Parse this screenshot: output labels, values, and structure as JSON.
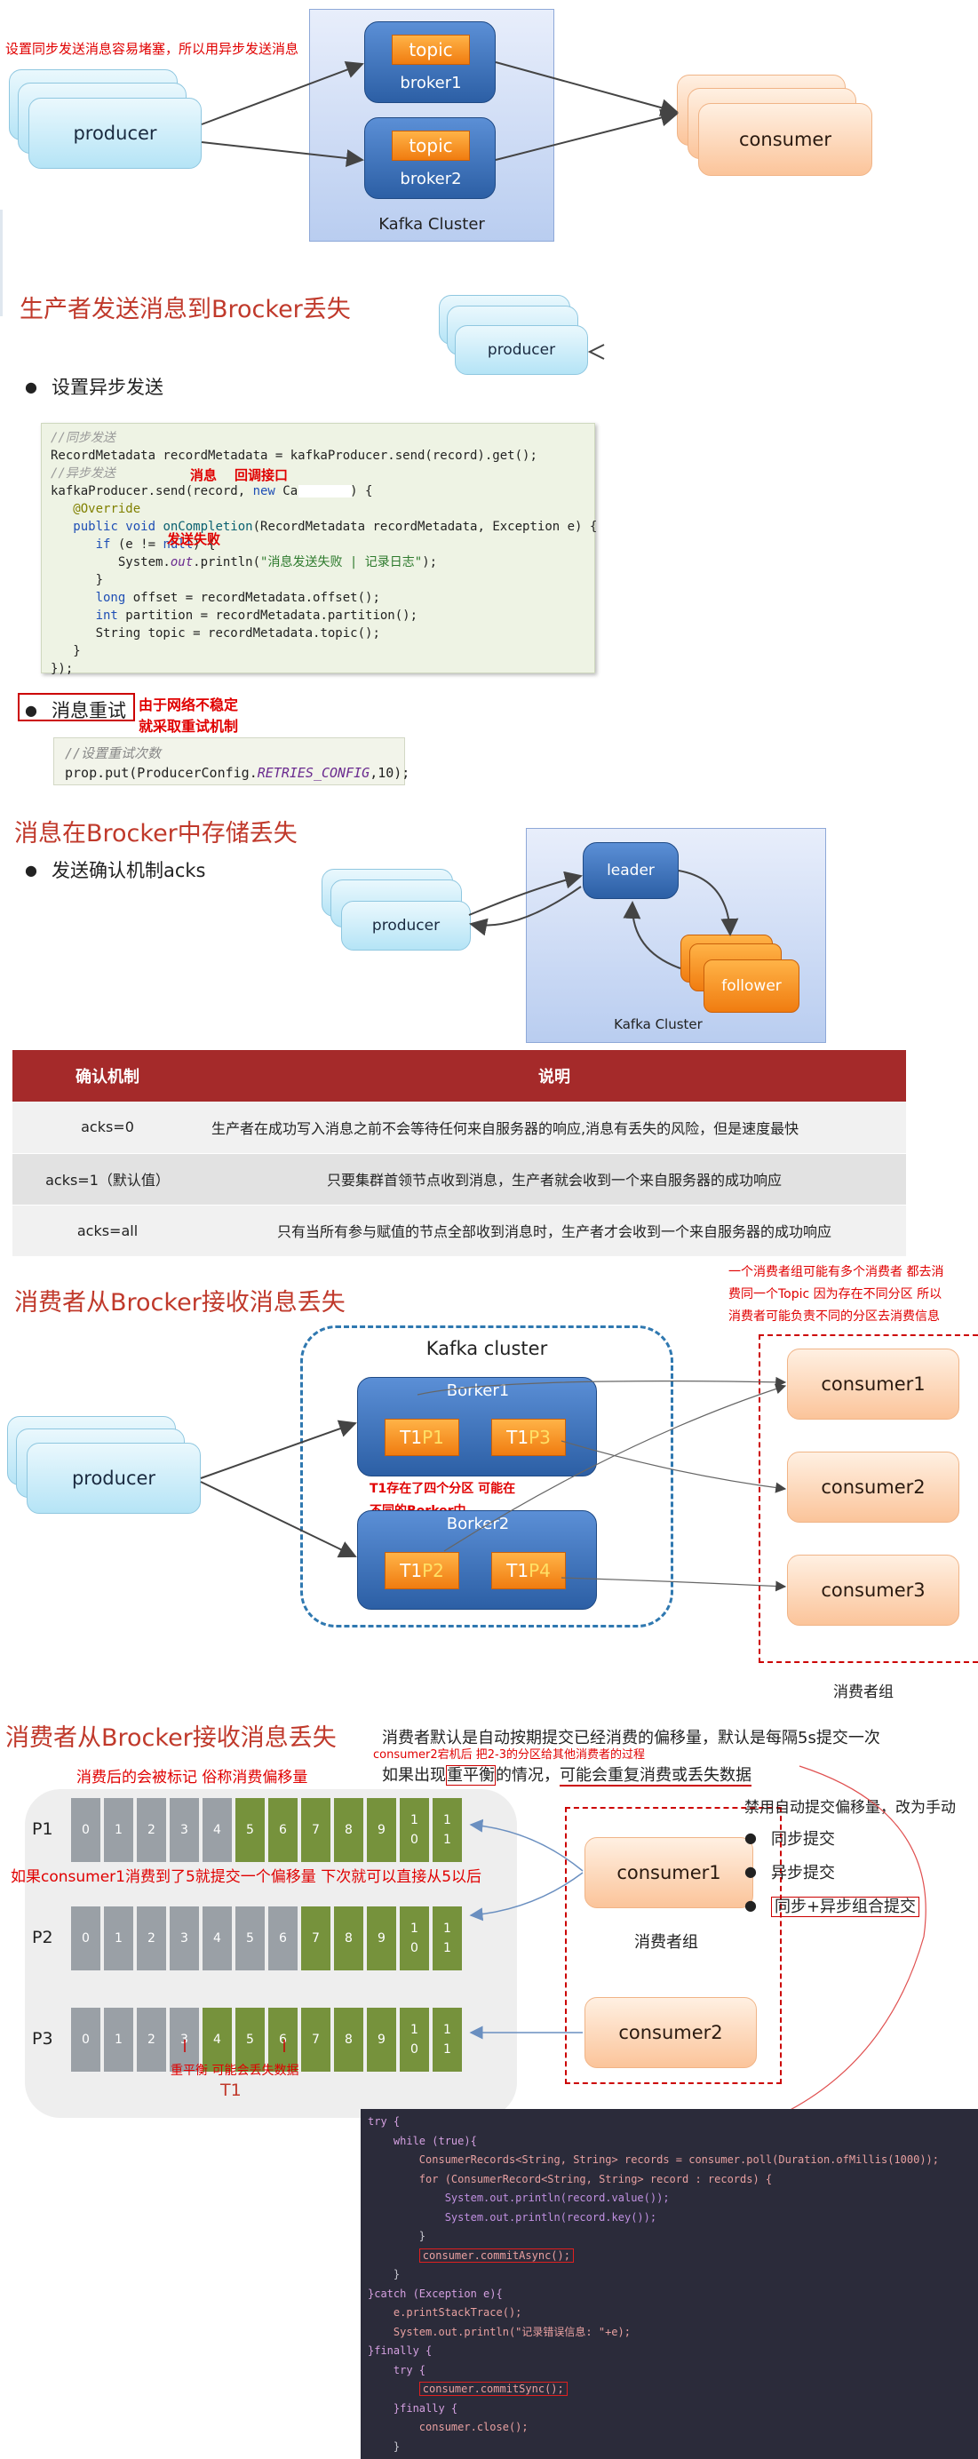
{
  "s1": {
    "note": "设置同步发送消息容易堵塞，所以用异步发送消息",
    "producer": "producer",
    "topic1": "topic",
    "broker1": "broker1",
    "topic2": "topic",
    "broker2": "broker2",
    "cluster": "Kafka Cluster",
    "consumer": "consumer"
  },
  "s2": {
    "title": "生产者发送消息到Brocker丢失",
    "producer": "producer",
    "bullet": "设置异步发送",
    "code": {
      "c1": "//同步发送",
      "l1": "RecordMetadata recordMetadata = kafkaProducer.send(record).get();",
      "c2": "//异步发送",
      "l2a": "kafkaProducer.send(record, ",
      "l2new": "new",
      "l2b": " Callback() {",
      "l3": "@Override",
      "l4a": "public void ",
      "l4b": "onCompletion",
      "l4c": "(RecordMetadata recordMetadata, Exception e) {",
      "l5a": "if",
      "l5b": " (e != ",
      "l5null": "null",
      "l5c": ") {",
      "l6a": "System.",
      "l6out": "out",
      "l6b": ".println(",
      "l6str": "\"消息发送失败 | 记录日志\"",
      "l6c": ");",
      "l7": "}",
      "l8a": "long",
      "l8b": " offset = recordMetadata.offset();",
      "l9a": "int",
      "l9b": " partition = recordMetadata.partition();",
      "l10": "String topic = recordMetadata.topic();",
      "l11": "}",
      "l12": "});"
    },
    "ann1": "消息",
    "ann2": "回调接口",
    "ann3": "发送失败",
    "retry_label": "消息重试",
    "retry_note1": "由于网络不稳定",
    "retry_note2": "就采取重试机制",
    "retry_c": "//设置重试次数",
    "retry_a": "prop.put(ProducerConfig.",
    "retry_b": "RETRIES_CONFIG",
    "retry_d": ",10);"
  },
  "s3": {
    "title": "消息在Brocker中存储丢失",
    "bullet": "发送确认机制acks",
    "producer": "producer",
    "leader": "leader",
    "follower": "follower",
    "cluster": "Kafka Cluster",
    "table": {
      "headers": [
        "确认机制",
        "说明"
      ],
      "rows": [
        [
          "acks=0",
          "生产者在成功写入消息之前不会等待任何来自服务器的响应,消息有丢失的风险，但是速度最快"
        ],
        [
          "acks=1（默认值）",
          "只要集群首领节点收到消息，生产者就会收到一个来自服务器的成功响应"
        ],
        [
          "acks=all",
          "只有当所有参与赋值的节点全部收到消息时，生产者才会收到一个来自服务器的成功响应"
        ]
      ]
    }
  },
  "s4": {
    "title": "消费者从Brocker接收消息丢失",
    "note1": "一个消费者组可能有多个消费者 都去消",
    "note2": "费同一个Topic 因为存在不同分区 所以",
    "note3": "消费者可能负责不同的分区去消费信息",
    "cluster": "Kafka cluster",
    "broker1": "Borker1",
    "broker2": "Borker2",
    "p1a": "T1 ",
    "p1b": "P1",
    "p3a": "T1 ",
    "p3b": "P3",
    "p2a": "T1 ",
    "p2b": "P2",
    "p4a": "T1 ",
    "p4b": "P4",
    "red1": "T1存在了四个分区 可能在",
    "red2": "不同的Borker中",
    "producer": "producer",
    "consumer1": "consumer1",
    "consumer2": "consumer2",
    "consumer3": "consumer3",
    "group": "消费者组"
  },
  "s5": {
    "title": "消费者从Brocker接收消息丢失",
    "desc1": "消费者默认是自动按期提交已经消费的偏移量，默认是每隔5s提交一次",
    "red_small": "consumer2宕机后 把2-3的分区给其他消费者的过程",
    "desc2a": "如果出现",
    "desc2b": "重平衡",
    "desc2c": "的情况，",
    "desc2d": "可能会重复消费或丢失数据",
    "mark": "消费后的会被标记 俗称消费偏移量",
    "note_consumer1": "如果consumer1消费到了5就提交一个偏移量 下次就可以直接从5以后",
    "p1": "P1",
    "p2": "P2",
    "p3": "P3",
    "p1_cells": [
      "0",
      "1",
      "2",
      "3",
      "4",
      "5",
      "6",
      "7",
      "8",
      "9",
      "1\n0",
      "1\n1"
    ],
    "p2_cells": [
      "0",
      "1",
      "2",
      "3",
      "4",
      "5",
      "6",
      "7",
      "8",
      "9",
      "1\n0",
      "1\n1"
    ],
    "p3_cells": [
      "0",
      "1",
      "2",
      "3",
      "4",
      "5",
      "6",
      "7",
      "8",
      "9",
      "1\n0",
      "1\n1"
    ],
    "rebalance": "重平衡 可能会丢失数据",
    "t1": "T1",
    "disable": "禁用自动提交偏移量，改为手动",
    "b1": "同步提交",
    "b2": "异步提交",
    "b3": "同步+异步组合提交",
    "consumer1": "consumer1",
    "group": "消费者组",
    "consumer2": "consumer2"
  },
  "code2": {
    "l1": "try {",
    "l2": "    while (true){",
    "l3": "        ConsumerRecords<String, String> records = consumer.poll(Duration.ofMillis(1000));",
    "l4": "        for (ConsumerRecord<String, String> record : records) {",
    "l5": "            System.out.println(record.value());",
    "l6": "            System.out.println(record.key());",
    "l7": "        }",
    "l8": "consumer.commitAsync();",
    "l9": "    }",
    "l10": "}catch (Exception e){",
    "l11": "    e.printStackTrace();",
    "l12": "    System.out.println(\"记录错误信息: \"+e);",
    "l13": "}finally {",
    "l14": "    try {",
    "l15": "consumer.commitSync();",
    "l16": "    }finally {",
    "l17": "        consumer.close();",
    "l18": "    }"
  }
}
